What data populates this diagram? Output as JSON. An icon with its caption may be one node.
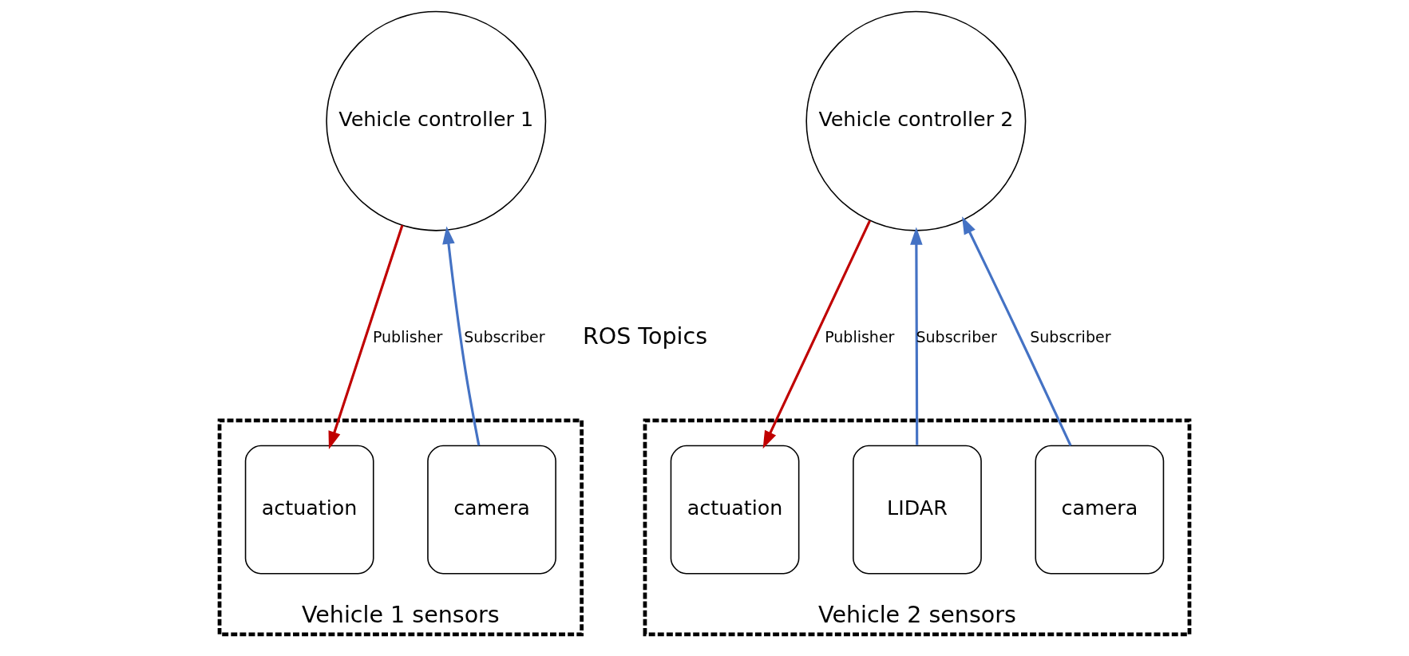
{
  "diagram": {
    "nodes": [
      {
        "text": [
          "Vehicle controller 1"
        ]
      },
      {
        "text": [
          "Vehicle 1 sensors"
        ]
      },
      {
        "text": [
          "actuation"
        ],
        "in": 1
      },
      {
        "text": [
          "camera"
        ],
        "in": 1
      },
      {
        "text": [
          "Vehicle controller 2"
        ]
      },
      {
        "text": [
          "Vehicle 2 sensors"
        ]
      },
      {
        "text": [
          "LIDAR"
        ],
        "in": 5
      },
      {
        "text": [
          "actuation"
        ],
        "in": 5
      },
      {
        "text": [
          "camera"
        ],
        "in": 5
      }
    ],
    "edges": [
      {
        "from": 3,
        "to": 0,
        "arrow": "to",
        "label": "Subscriber"
      },
      {
        "from": 0,
        "to": 2,
        "arrow": "to",
        "label": "Publisher",
        "color": "#c00000"
      },
      {
        "from": 8,
        "to": 4,
        "arrow": "to",
        "label": "Subscriber"
      },
      {
        "from": 6,
        "to": 4,
        "arrow": "to",
        "label": "Subscriber"
      },
      {
        "from": 4,
        "to": 7,
        "arrow": "to",
        "label": "Publisher",
        "color": "#c00000"
      }
    ],
    "labels": [
      "ROS Topics"
    ]
  }
}
